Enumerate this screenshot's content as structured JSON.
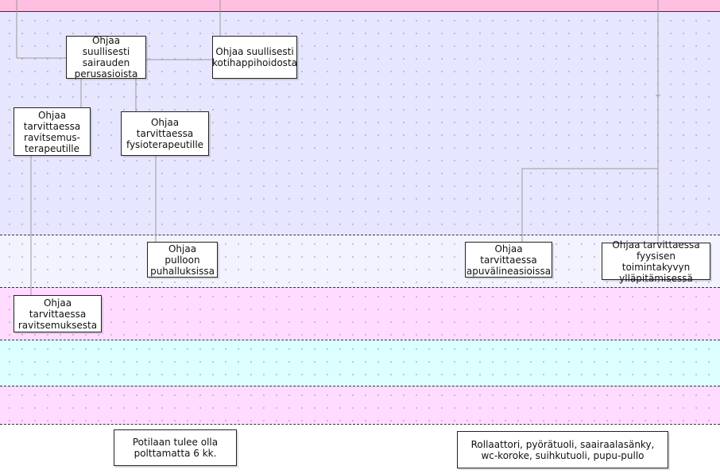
{
  "colors": {
    "lane_top": "#ffbfe0",
    "lane_1": "#e6e6ff",
    "lane_2": "#f3f3ff",
    "lane_3": "#ffdcff",
    "lane_4": "#dcffff",
    "lane_5": "#ffdcff",
    "lane_6": "#ffffff",
    "connector": "#999999"
  },
  "nodes": [
    {
      "id": "n1",
      "label": "Ohjaa suullisesti\nsairauden\nperusasioista"
    },
    {
      "id": "n2",
      "label": "Ohjaa suullisesti\nkotihappihoidosta"
    },
    {
      "id": "n3",
      "label": "Ohjaa\ntarvittaessa\nravitsemus-\nterapeutille"
    },
    {
      "id": "n4",
      "label": "Ohjaa tarvittaessa\nfysioterapeutille"
    },
    {
      "id": "n5",
      "label": "Ohjaa pulloon\npuhalluksissa"
    },
    {
      "id": "n6",
      "label": "Ohjaa tarvittaessa\napuvälineasioissa"
    },
    {
      "id": "n7",
      "label": "Ohjaa tarvittaessa\nfyysisen toimintakyvyn\nylläpitämisessä"
    },
    {
      "id": "n8",
      "label": "Ohjaa tarvittaessa\nravitsemuksesta"
    },
    {
      "id": "n9",
      "label": "Potilaan tulee olla\npolttamatta 6 kk."
    },
    {
      "id": "n10",
      "label": "Rollaattori, pyörätuoli, saairaalasänky,\nwc-koroke, suihkutuoli, pupu-pullo"
    }
  ]
}
